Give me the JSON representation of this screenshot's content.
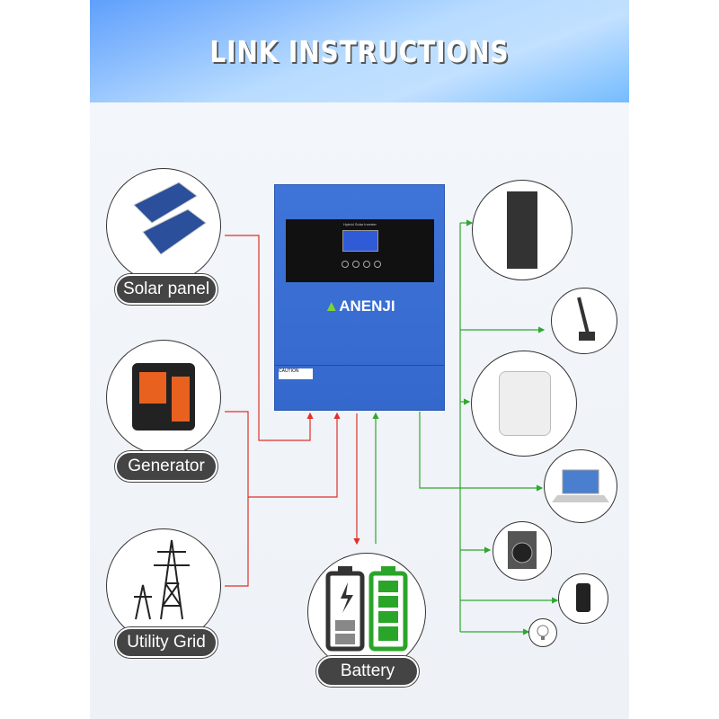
{
  "header": {
    "title": "LINK INSTRUCTIONS"
  },
  "inverter": {
    "brand": "ANENJI",
    "display_caption": "Hybrid Solar Inverter",
    "caution": "CAUTION"
  },
  "sources": [
    {
      "label": "Solar panel"
    },
    {
      "label": "Generator"
    },
    {
      "label": "Utility Grid"
    }
  ],
  "storage": {
    "label": "Battery"
  },
  "loads": [
    "refrigerator",
    "cordless-vacuum",
    "air-fryer",
    "laptop",
    "washing-machine",
    "smartphone",
    "light-bulb"
  ],
  "colors": {
    "input_line": "#e0302a",
    "output_line": "#2fa82f",
    "accent": "#3f74d8"
  }
}
